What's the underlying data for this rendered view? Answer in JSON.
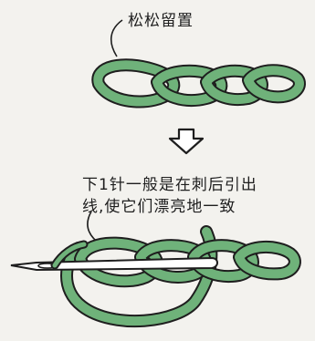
{
  "labels": {
    "top": "松松留置",
    "bottom_line1": "下1针一般是在刺后引出",
    "bottom_line2": "线,使它们漂亮地一致"
  },
  "colors": {
    "background": "#f3f2ee",
    "thread": "#6fb27a",
    "outline": "#1e1e1e",
    "needle": "#ffffff"
  },
  "icons": {
    "arrow": "down-arrow-icon",
    "needle": "needle-icon"
  }
}
